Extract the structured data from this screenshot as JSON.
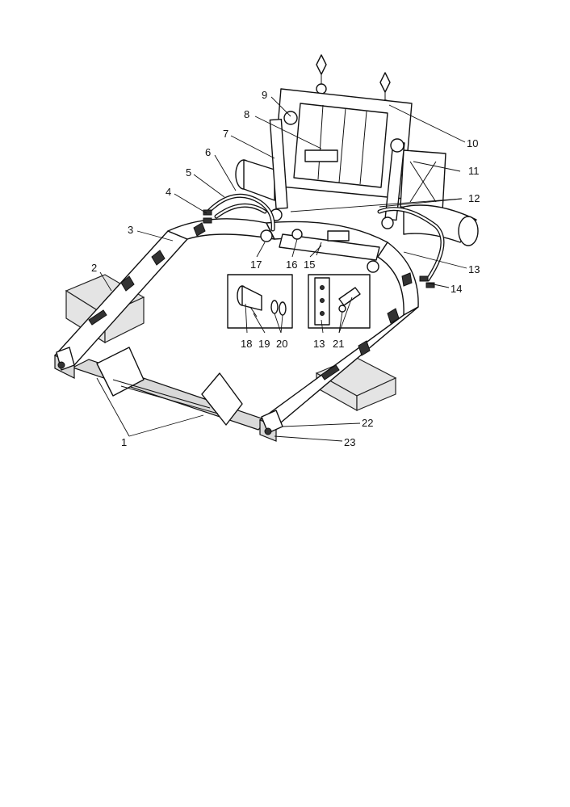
{
  "callouts": [
    {
      "id": "c1",
      "text": "1"
    },
    {
      "id": "c2",
      "text": "2"
    },
    {
      "id": "c3",
      "text": "3"
    },
    {
      "id": "c4",
      "text": "4"
    },
    {
      "id": "c5",
      "text": "5"
    },
    {
      "id": "c6",
      "text": "6"
    },
    {
      "id": "c7",
      "text": "7"
    },
    {
      "id": "c8",
      "text": "8"
    },
    {
      "id": "c9",
      "text": "9"
    },
    {
      "id": "c10",
      "text": "10"
    },
    {
      "id": "c11",
      "text": "11"
    },
    {
      "id": "c12",
      "text": "12"
    },
    {
      "id": "c13",
      "text": "13"
    },
    {
      "id": "c13b",
      "text": "13"
    },
    {
      "id": "c14",
      "text": "14"
    },
    {
      "id": "c15",
      "text": "15"
    },
    {
      "id": "c16",
      "text": "16"
    },
    {
      "id": "c17",
      "text": "17"
    },
    {
      "id": "c18",
      "text": "18"
    },
    {
      "id": "c19",
      "text": "19"
    },
    {
      "id": "c20",
      "text": "20"
    },
    {
      "id": "c21",
      "text": "21"
    },
    {
      "id": "c22",
      "text": "22"
    },
    {
      "id": "c23",
      "text": "23"
    }
  ]
}
